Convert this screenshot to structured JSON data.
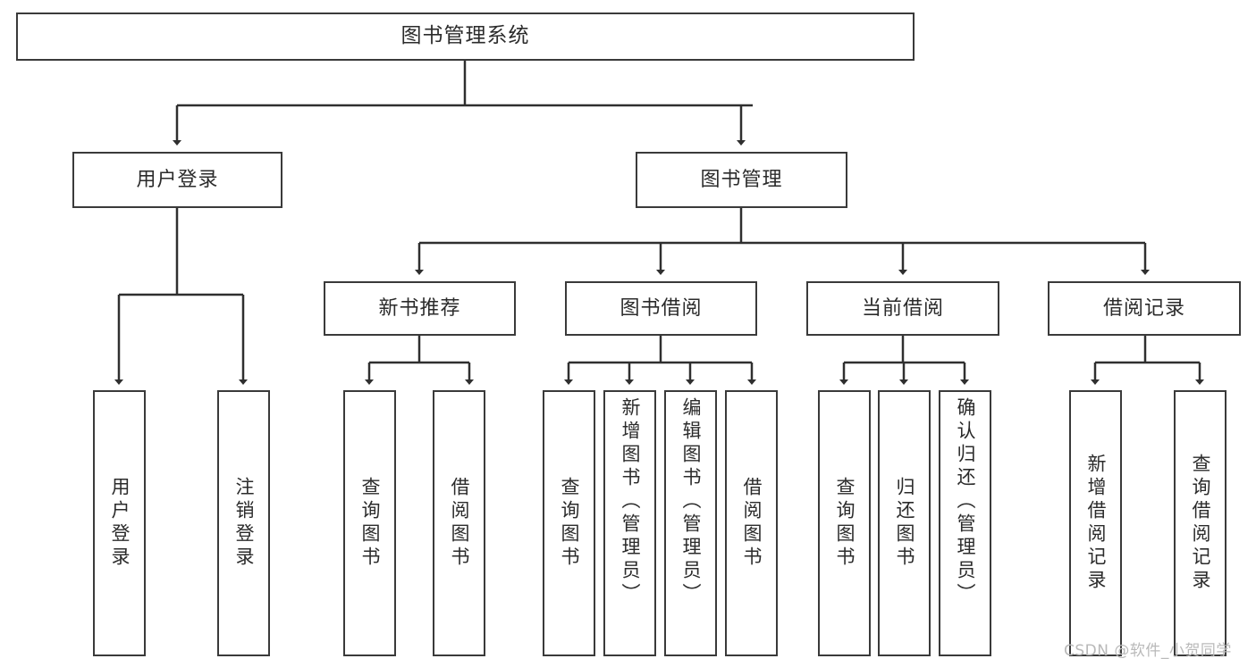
{
  "diagram": {
    "title": "图书管理系统",
    "type": "tree-hierarchy-chart",
    "watermark": "CSDN @软件_小贺同学",
    "colors": {
      "box_border": "#3a3a3a",
      "box_fill": "#ffffff",
      "text": "#2b2b2b",
      "connector": "#2f2f2f",
      "watermark": "#b9b9b9"
    },
    "nodes": {
      "root": {
        "label": "图书管理系统"
      },
      "level2": [
        {
          "label": "用户登录"
        },
        {
          "label": "图书管理"
        }
      ],
      "level3": [
        {
          "label": "新书推荐"
        },
        {
          "label": "图书借阅"
        },
        {
          "label": "当前借阅"
        },
        {
          "label": "借阅记录"
        }
      ],
      "leaves": {
        "user_login": [
          {
            "label": "用户登录"
          },
          {
            "label": "注销登录"
          }
        ],
        "new_book_recommend": [
          {
            "label": "查询图书"
          },
          {
            "label": "借阅图书"
          }
        ],
        "book_borrow": [
          {
            "label": "查询图书"
          },
          {
            "label": "新增图书（管理员）"
          },
          {
            "label": "编辑图书（管理员）"
          },
          {
            "label": "借阅图书"
          }
        ],
        "current_borrow": [
          {
            "label": "查询图书"
          },
          {
            "label": "归还图书"
          },
          {
            "label": "确认归还（管理员）"
          }
        ],
        "borrow_record": [
          {
            "label": "新增借阅记录"
          },
          {
            "label": "查询借阅记录"
          }
        ]
      }
    }
  }
}
